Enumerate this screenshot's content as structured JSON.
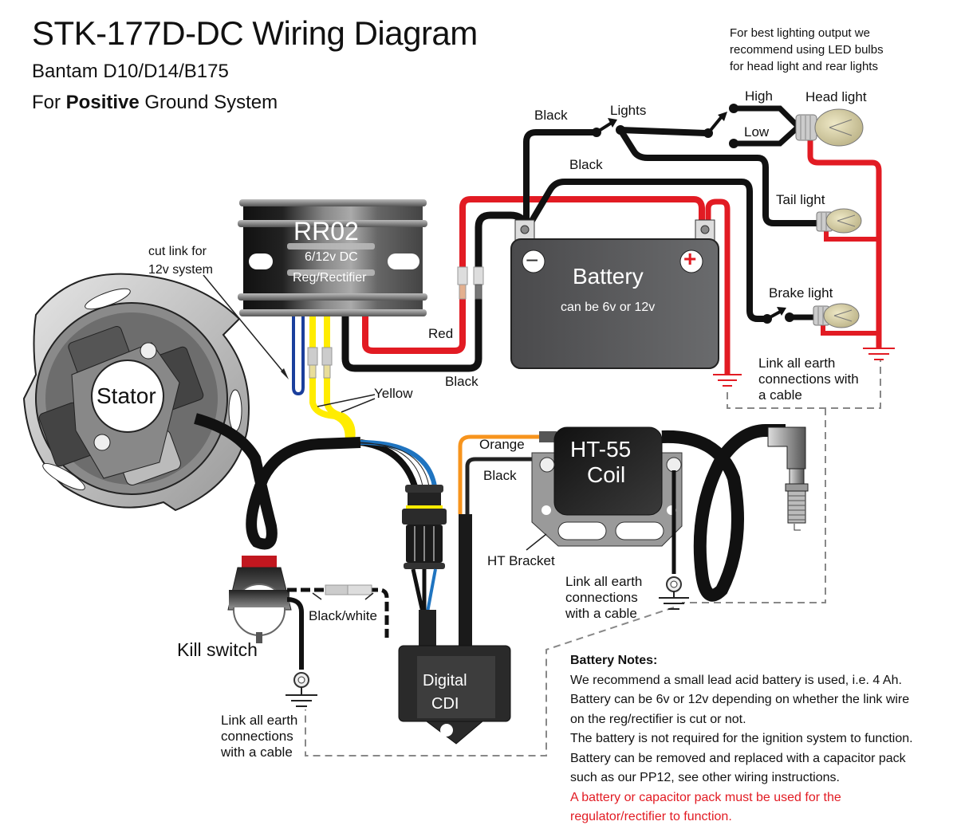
{
  "header": {
    "title": "STK-177D-DC Wiring Diagram",
    "subtitle": "Bantam D10/D14/B175",
    "ground_prefix": "For ",
    "ground_bold": "Positive",
    "ground_suffix": " Ground System"
  },
  "led_note": {
    "line1": "For best lighting output we",
    "line2": "recommend using LED bulbs",
    "line3": "for head light and rear lights"
  },
  "components": {
    "regulator": {
      "name": "RR02",
      "line1": "6/12v DC",
      "line2": "Reg/Rectifier"
    },
    "battery": {
      "name": "Battery",
      "note": "can be 6v or 12v",
      "neg_symbol": "−",
      "pos_symbol": "+"
    },
    "stator": {
      "name": "Stator"
    },
    "coil": {
      "line1": "HT-55",
      "line2": "Coil"
    },
    "cdi": {
      "line1": "Digital",
      "line2": "CDI"
    },
    "kill_switch": {
      "name": "Kill switch"
    },
    "ht_bracket": {
      "name": "HT Bracket"
    }
  },
  "labels": {
    "cut_link_1": "cut link for",
    "cut_link_2": "12v system",
    "red": "Red",
    "black_rr": "Black",
    "yellow": "Yellow",
    "black_lights": "Black",
    "black_tail": "Black",
    "lights": "Lights",
    "high": "High",
    "low": "Low",
    "head_light": "Head light",
    "tail_light": "Tail light",
    "brake_light": "Brake light",
    "orange": "Orange",
    "black_coil": "Black",
    "black_white": "Black/white",
    "earth_right_1": "Link all earth",
    "earth_right_2": "connections with",
    "earth_right_3": "a cable",
    "earth_coil_1": "Link all earth",
    "earth_coil_2": "connections",
    "earth_coil_3": "with a cable",
    "earth_kill_1": "Link all earth",
    "earth_kill_2": "connections",
    "earth_kill_3": "with a cable"
  },
  "battery_notes": {
    "heading": "Battery Notes:",
    "lines": [
      "We recommend a small lead acid battery is used, i.e. 4 Ah.",
      "Battery can be 6v or 12v depending on whether the link wire",
      "on the reg/rectifier is cut or not.",
      "The battery is not required for the ignition system to function.",
      "Battery can be removed and replaced with a capacitor pack",
      "such as our PP12, see other wiring instructions."
    ],
    "warning_lines": [
      "A battery or capacitor pack must be used for the",
      "regulator/rectifier to function."
    ]
  },
  "colors": {
    "red_wire": "#e21b23",
    "black_wire": "#111111",
    "yellow_wire": "#ffec00",
    "blue_wire": "#1f74c0",
    "dark_blue_wire": "#1b3f9c",
    "orange_wire": "#f7941d",
    "battery_body": "#58595b",
    "earth_link": "#888888"
  }
}
